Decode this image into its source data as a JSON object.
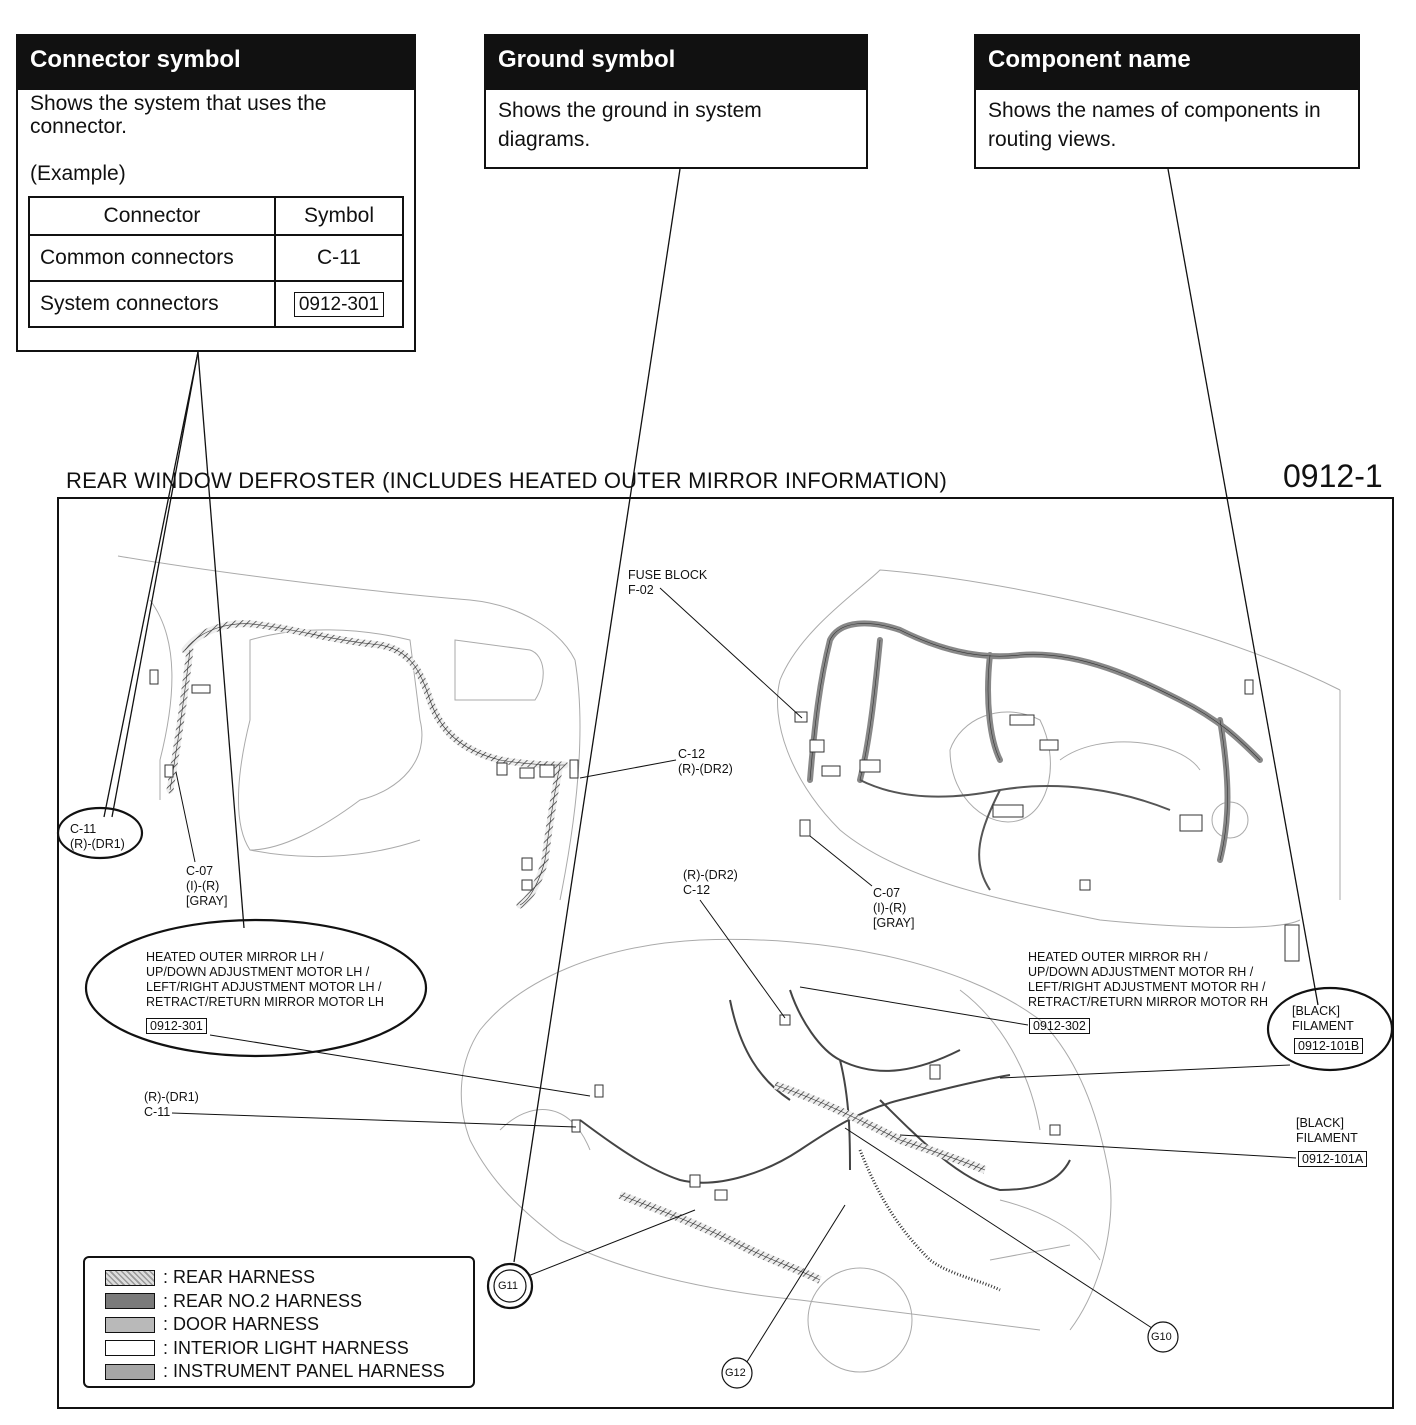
{
  "connector_symbol": {
    "title": "Connector symbol",
    "description": "Shows the system that uses the connector.",
    "example_label": "(Example)",
    "table": {
      "headers": [
        "Connector",
        "Symbol"
      ],
      "rows": [
        {
          "connector": "Common connectors",
          "symbol": "C-11"
        },
        {
          "connector": "System connectors",
          "symbol": "0912-301"
        }
      ]
    }
  },
  "ground_symbol": {
    "title": "Ground symbol",
    "description": "Shows the ground in system diagrams."
  },
  "component_name": {
    "title": "Component name",
    "description": "Shows the names of components in routing views."
  },
  "diagram": {
    "title": "REAR WINDOW DEFROSTER (INCLUDES HEATED OUTER MIRROR INFORMATION)",
    "page_number": "0912-1",
    "labels": {
      "c11_top": "C-11\n(R)-(DR1)",
      "c07_left": "C-07\n(I)-(R)\n[GRAY]",
      "c12_top": "C-12\n(R)-(DR2)",
      "fuse_block": "FUSE BLOCK\nF-02",
      "c07_right": "C-07\n(I)-(R)\n[GRAY]",
      "mirror_lh": "HEATED OUTER MIRROR LH /\nUP/DOWN ADJUSTMENT MOTOR LH /\nLEFT/RIGHT ADJUSTMENT MOTOR LH /\nRETRACT/RETURN MIRROR MOTOR LH",
      "mirror_lh_code": "0912-301",
      "mirror_rh": "HEATED OUTER MIRROR RH /\nUP/DOWN ADJUSTMENT MOTOR RH /\nLEFT/RIGHT ADJUSTMENT MOTOR RH /\nRETRACT/RETURN MIRROR MOTOR RH",
      "mirror_rh_code": "0912-302",
      "c12_mid": "(R)-(DR2)\nC-12",
      "c11_mid": "(R)-(DR1)\nC-11",
      "filament_b": "[BLACK]\nFILAMENT",
      "filament_b_code": "0912-101B",
      "filament_a": "[BLACK]\nFILAMENT",
      "filament_a_code": "0912-101A",
      "g11": "G11",
      "g12": "G12",
      "g10": "G10"
    }
  },
  "harness_legend": [
    {
      "label": ": REAR HARNESS",
      "fill": "#d8d8d8"
    },
    {
      "label": ": REAR NO.2 HARNESS",
      "fill": "#7a7a7a"
    },
    {
      "label": ": DOOR HARNESS",
      "fill": "#b9b9b9"
    },
    {
      "label": ": INTERIOR LIGHT HARNESS",
      "fill": "#ffffff"
    },
    {
      "label": ": INSTRUMENT PANEL HARNESS",
      "fill": "#a6a6a6"
    }
  ]
}
